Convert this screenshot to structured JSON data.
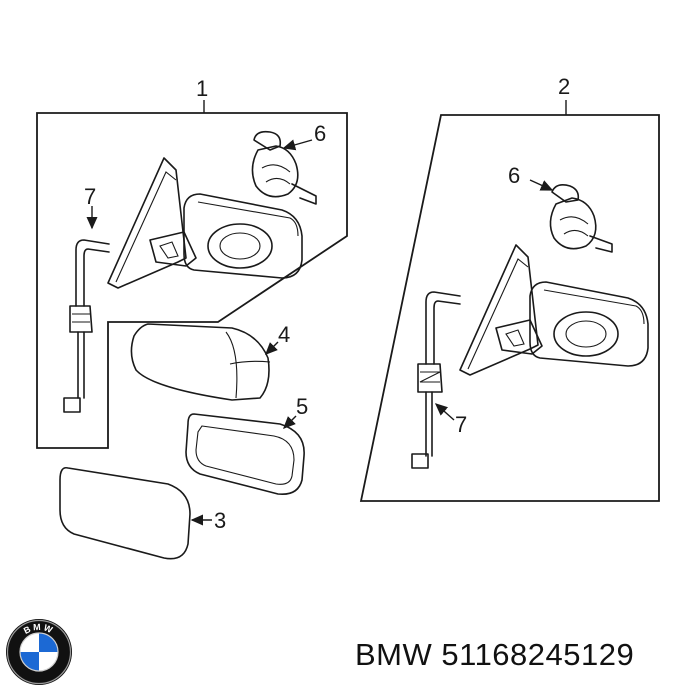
{
  "callouts": {
    "c1": "1",
    "c2": "2",
    "c3": "3",
    "c4": "4",
    "c5": "5",
    "c6_left": "6",
    "c6_right": "6",
    "c7_left": "7",
    "c7_right": "7"
  },
  "footer": {
    "brand": "BMW",
    "part_number": "51168245129"
  },
  "logo": {
    "text": "BMW",
    "colors": {
      "ring": "#111111",
      "blue": "#1c69d4",
      "white": "#ffffff"
    }
  }
}
